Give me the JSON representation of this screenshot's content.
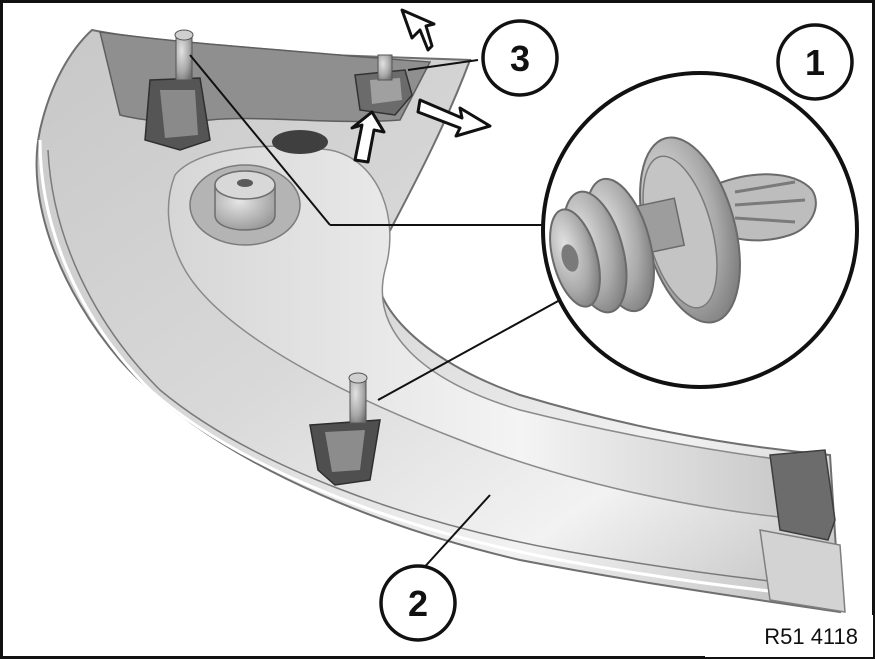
{
  "figure": {
    "callouts": [
      {
        "id": "1",
        "label": "1"
      },
      {
        "id": "2",
        "label": "2"
      },
      {
        "id": "3",
        "label": "3"
      }
    ],
    "figure_code": "R51 4118"
  },
  "colors": {
    "panel_light": "#e9e9e9",
    "panel_mid": "#bdbdbd",
    "panel_dark": "#7a7a7a",
    "ink": "#111111",
    "arrow_fill": "#ffffff"
  },
  "icons": [
    "plastic-rivet-clip-icon",
    "direction-arrow-icon"
  ]
}
